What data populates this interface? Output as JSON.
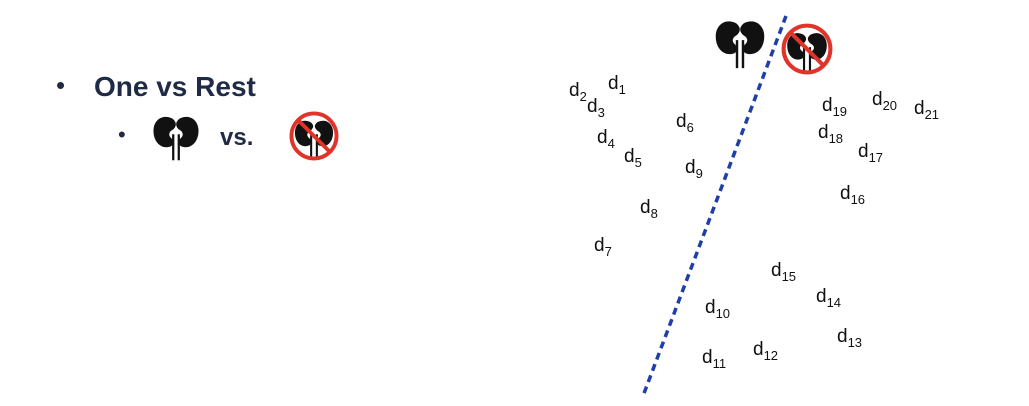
{
  "bullets": {
    "level1": {
      "marker": "•",
      "text": "One vs Rest"
    },
    "level2": {
      "marker": "•",
      "left_icon": "kidney-icon",
      "connector": "vs.",
      "right_icon": "no-kidney-icon"
    }
  },
  "diagram": {
    "separator": {
      "style": "dashed",
      "color": "#1f3fa8"
    },
    "class_icons": {
      "positive": "kidney-icon",
      "negative": "no-kidney-icon"
    },
    "documents": [
      {
        "letter": "d",
        "index": "1"
      },
      {
        "letter": "d",
        "index": "2"
      },
      {
        "letter": "d",
        "index": "3"
      },
      {
        "letter": "d",
        "index": "4"
      },
      {
        "letter": "d",
        "index": "5"
      },
      {
        "letter": "d",
        "index": "6"
      },
      {
        "letter": "d",
        "index": "7"
      },
      {
        "letter": "d",
        "index": "8"
      },
      {
        "letter": "d",
        "index": "9"
      },
      {
        "letter": "d",
        "index": "10"
      },
      {
        "letter": "d",
        "index": "11"
      },
      {
        "letter": "d",
        "index": "12"
      },
      {
        "letter": "d",
        "index": "13"
      },
      {
        "letter": "d",
        "index": "14"
      },
      {
        "letter": "d",
        "index": "15"
      },
      {
        "letter": "d",
        "index": "16"
      },
      {
        "letter": "d",
        "index": "17"
      },
      {
        "letter": "d",
        "index": "18"
      },
      {
        "letter": "d",
        "index": "19"
      },
      {
        "letter": "d",
        "index": "20"
      },
      {
        "letter": "d",
        "index": "21"
      }
    ]
  },
  "colors": {
    "text": "#1f2a44",
    "separator": "#1f3fa8",
    "prohibition": "#e0342b",
    "kidney": "#111111"
  }
}
